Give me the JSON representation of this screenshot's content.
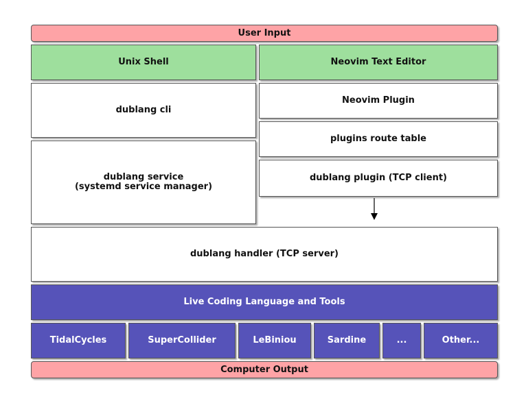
{
  "user_input": "User Input",
  "unix_shell": "Unix Shell",
  "neovim_editor": "Neovim Text Editor",
  "dublang_cli": "dublang cli",
  "dublang_service": "dublang service\n(systemd service manager)",
  "neovim_plugin": "Neovim Plugin",
  "plugins_route_table": "plugins route table",
  "dublang_plugin": "dublang plugin (TCP client)",
  "dublang_handler": "dublang handler (TCP server)",
  "live_coding": "Live Coding Language and Tools",
  "tools": [
    "TidalCycles",
    "SuperCollider",
    "LeBiniou",
    "Sardine",
    "...",
    "Other..."
  ],
  "computer_output": "Computer Output",
  "colors": {
    "pink": "#fea3a6",
    "green": "#9edf9d",
    "purple": "#5653b9",
    "white": "#ffffff"
  }
}
